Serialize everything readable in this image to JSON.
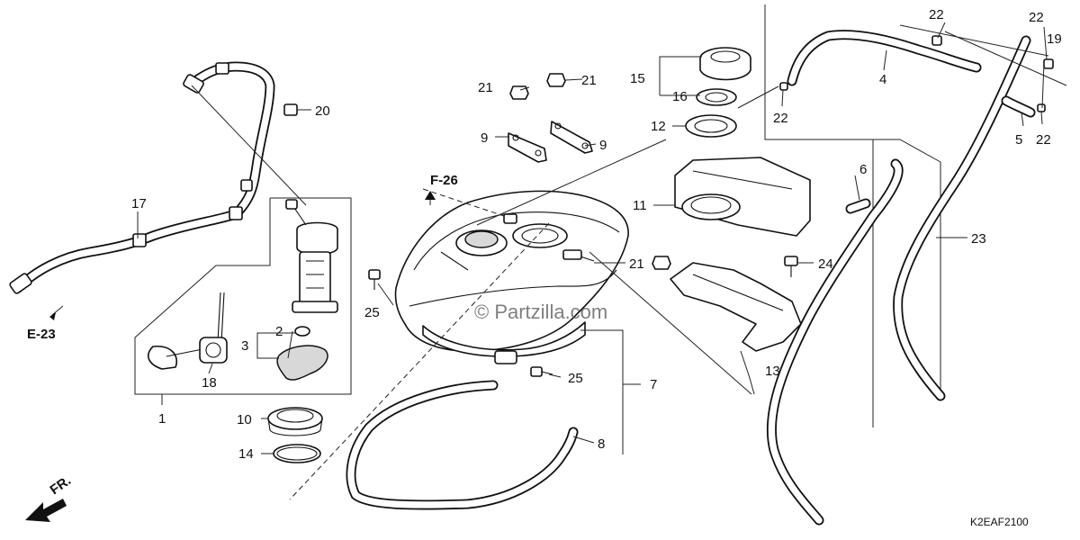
{
  "watermark": "© Partzilla.com",
  "diagram_code": "K2EAF2100",
  "references": {
    "f26": "F-26",
    "e23": "E-23",
    "front": "FR."
  },
  "callouts": {
    "c1": "1",
    "c2": "2",
    "c3": "3",
    "c4": "4",
    "c5": "5",
    "c6": "6",
    "c7": "7",
    "c8": "8",
    "c9a": "9",
    "c9b": "9",
    "c10": "10",
    "c11": "11",
    "c12": "12",
    "c13": "13",
    "c14": "14",
    "c15": "15",
    "c16": "16",
    "c17": "17",
    "c18": "18",
    "c19": "19",
    "c20": "20",
    "c21a": "21",
    "c21b": "21",
    "c21c": "21",
    "c22a": "22",
    "c22b": "22",
    "c22c": "22",
    "c22d": "22",
    "c23": "23",
    "c24": "24",
    "c25a": "25",
    "c25b": "25"
  }
}
